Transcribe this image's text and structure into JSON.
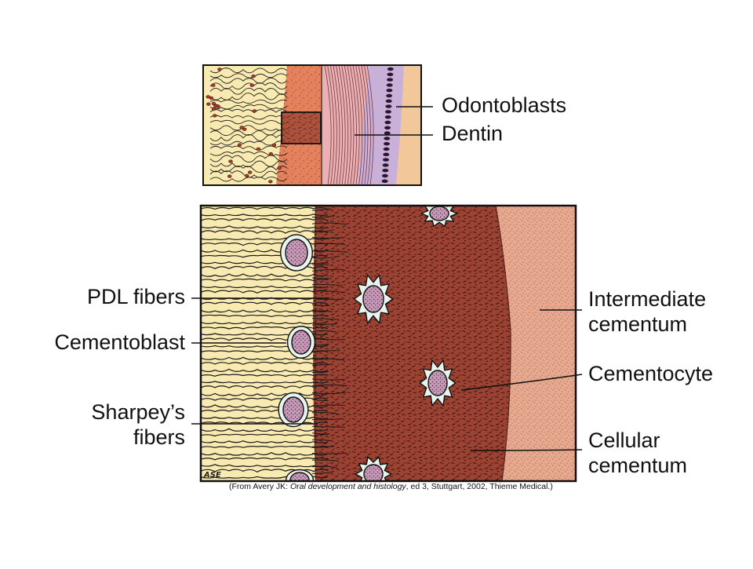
{
  "figure": {
    "labels": {
      "odontoblasts": "Odontoblasts",
      "dentin": "Dentin",
      "pdl_fibers": "PDL fibers",
      "cementoblast": "Cementoblast",
      "sharpeys_fibers_line1": "Sharpey’s",
      "sharpeys_fibers_line2": "fibers",
      "intermediate_cementum_line1": "Intermediate",
      "intermediate_cementum_line2": "cementum",
      "cementocyte": "Cementocyte",
      "cellular_cementum_line1": "Cellular",
      "cellular_cementum_line2": "cementum"
    },
    "artist_signature": "ASE",
    "credit": {
      "prefix": "(From Avery JK: ",
      "title": "Oral development and histology",
      "suffix": ", ed 3, Stuttgart, 2002, Thieme Medical.)"
    },
    "colors": {
      "pdl": "#f8eab0",
      "cellular_cementum": "#9b4232",
      "intermediate_cementum": "#e7a98f",
      "dentin": "#e7a4a9",
      "odontoblasts": "#c9b0d9",
      "outline": "#1a1a1a",
      "lacuna": "#e7f3ec",
      "cell": "#c69ab7"
    }
  }
}
